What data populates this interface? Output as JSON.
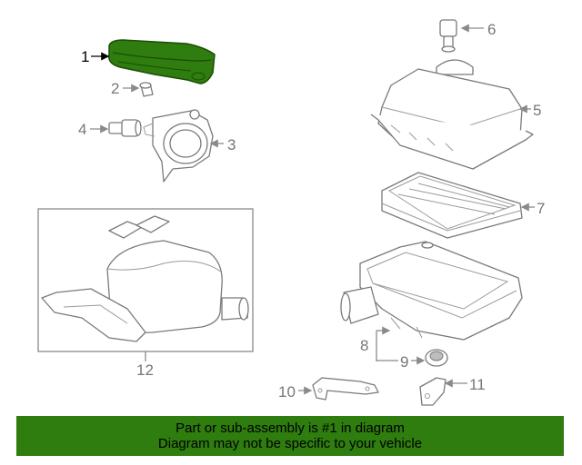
{
  "callouts": {
    "c1": "1",
    "c2": "2",
    "c3": "3",
    "c4": "4",
    "c5": "5",
    "c6": "6",
    "c7": "7",
    "c8": "8",
    "c9": "9",
    "c10": "10",
    "c11": "11",
    "c12": "12"
  },
  "highlight_color": "#2e7d0e",
  "banner": {
    "line1": "Part or sub-assembly is #1 in diagram",
    "line2": "Diagram may not be specific to your vehicle"
  }
}
